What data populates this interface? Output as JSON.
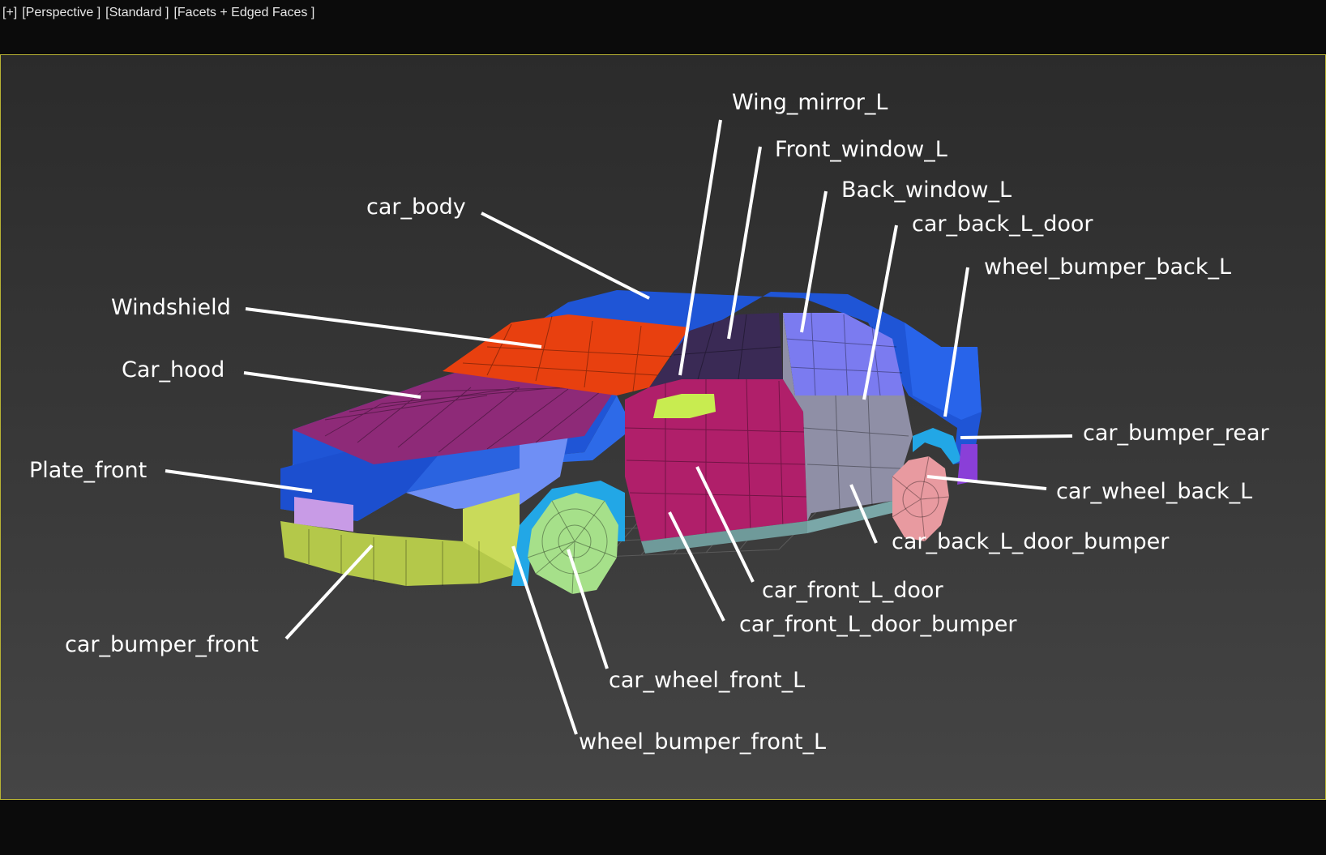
{
  "viewport_menu": {
    "items": [
      "[+]",
      "[Perspective ]",
      "[Standard ]",
      "[Facets + Edged Faces ]"
    ]
  },
  "parts": {
    "wing_mirror_l": "Wing_mirror_L",
    "front_window_l": "Front_window_L",
    "back_window_l": "Back_window_L",
    "car_back_l_door": "car_back_L_door",
    "wheel_bumper_back_l": "wheel_bumper_back_L",
    "car_body": "car_body",
    "windshield": "Windshield",
    "car_hood": "Car_hood",
    "plate_front": "Plate_front",
    "car_bumper_rear": "car_bumper_rear",
    "car_wheel_back_l": "car_wheel_back_L",
    "car_back_l_door_bumper": "car_back_L_door_bumper",
    "car_front_l_door": "car_front_L_door",
    "car_front_l_door_bumper": "car_front_L_door_bumper",
    "car_bumper_front": "car_bumper_front",
    "car_wheel_front_l": "car_wheel_front_L",
    "wheel_bumper_front_l": "wheel_bumper_front_L"
  },
  "colors": {
    "viewport_border": "#b8b334",
    "car_body": "#1f55d6",
    "windshield": "#e8400f",
    "car_hood": "#8e2a78",
    "front_door": "#b01f6a",
    "back_door": "#8f8fa6",
    "back_window": "#7b7bf0",
    "front_window": "#3a2a55",
    "wing_mirror": "#c8ec50",
    "bumper_front": "#b4c84a",
    "wheel_front": "#a6e08a",
    "wheel_back": "#e89aa0",
    "wheel_bumper": "#22a7e6",
    "door_bumper": "#6f9a9a",
    "bumper_rear": "#8a3fd8",
    "plate_front": "#c89be6"
  }
}
